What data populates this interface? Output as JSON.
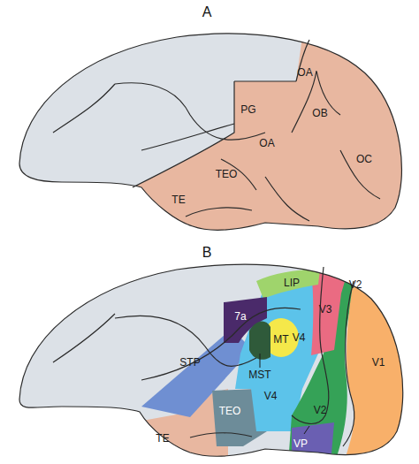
{
  "diagram": {
    "labels": [
      "A",
      "PG",
      "OA",
      "OB",
      "OA",
      "OC",
      "TEO",
      "TE",
      "B",
      "LIP",
      "7a",
      "V3",
      "V2",
      "MT",
      "MST",
      "V4",
      "V1",
      "STP",
      "V4",
      "TEO",
      "V2",
      "TE",
      "VP"
    ]
  }
}
